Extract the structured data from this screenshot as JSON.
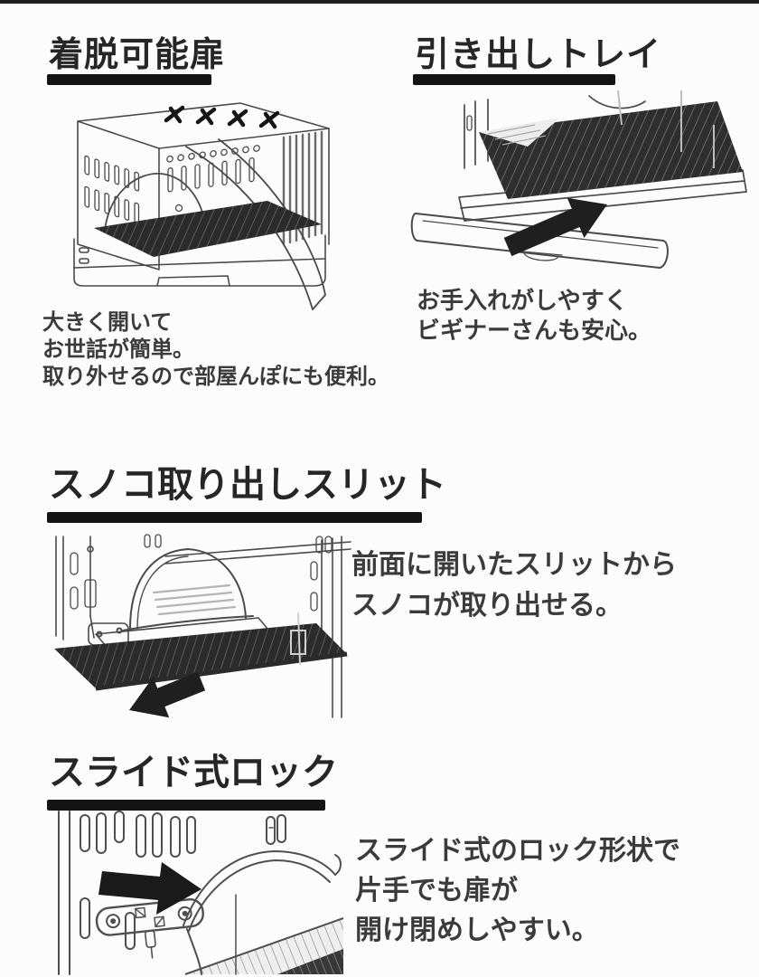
{
  "page": {
    "background": "#fcfcfc",
    "top_border_color": "#1e1e1e",
    "heading_color": "#262626",
    "body_text_color": "#3b3b3b",
    "underline_color": "#141414",
    "illustration_line_color": "#4a4a4a",
    "arrow_color": "#1f1f1f"
  },
  "features": {
    "removable_door": {
      "title": "着脱可能扉",
      "caption_lines": [
        "大きく開いて",
        "お世話が簡単。",
        "取り外せるので部屋んぽにも便利。"
      ],
      "illustration": "cage-with-door-swung-open",
      "arrow": "none"
    },
    "pullout_tray": {
      "title": "引き出しトレイ",
      "caption_lines": [
        "お手入れがしやすく",
        "ビギナーさんも安心。"
      ],
      "illustration": "bottom-tray-sliding-out",
      "arrow": "up-right"
    },
    "sunoko_slit": {
      "title": "スノコ取り出しスリット",
      "caption_lines": [
        "前面に開いたスリットから",
        "スノコが取り出せる。"
      ],
      "illustration": "slatted-floor-pulled-through-front-slit",
      "arrow": "down-left"
    },
    "slide_lock": {
      "title": "スライド式ロック",
      "caption_lines": [
        "スライド式のロック形状で",
        "片手でも扉が",
        "開け閉めしやすい。"
      ],
      "illustration": "slide-lock-closeup",
      "arrow": "right"
    }
  }
}
